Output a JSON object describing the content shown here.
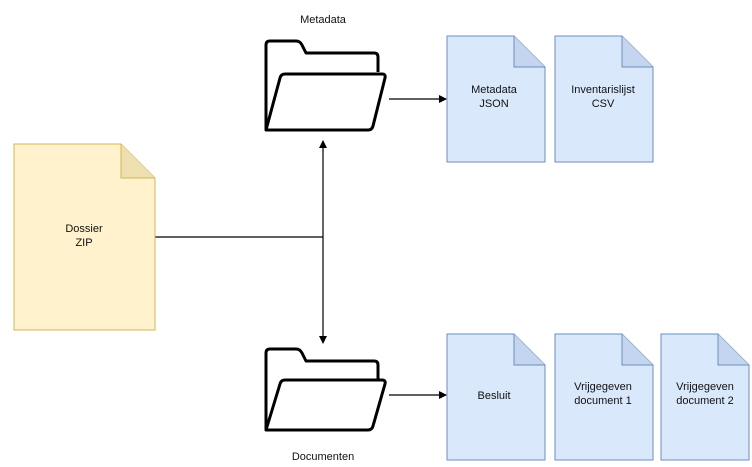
{
  "nodes": {
    "dossier": {
      "line1": "Dossier",
      "line2": "ZIP"
    },
    "metadata_folder": {
      "label": "Metadata"
    },
    "documenten_folder": {
      "label": "Documenten"
    },
    "metadata_json": {
      "line1": "Metadata",
      "line2": "JSON"
    },
    "inventarislijst_csv": {
      "line1": "Inventarislijst",
      "line2": "CSV"
    },
    "besluit": {
      "line1": "Besluit"
    },
    "vrijgegeven_1": {
      "line1": "Vrijgegeven",
      "line2": "document 1"
    },
    "vrijgegeven_2": {
      "line1": "Vrijgegeven",
      "line2": "document 2"
    }
  },
  "colors": {
    "zip_fill": "#fff2cc",
    "zip_stroke": "#d6b656",
    "doc_fill": "#dae8fc",
    "doc_stroke": "#6c8ebf",
    "line": "#000000"
  },
  "icons": {
    "folder": "open-folder-icon"
  }
}
